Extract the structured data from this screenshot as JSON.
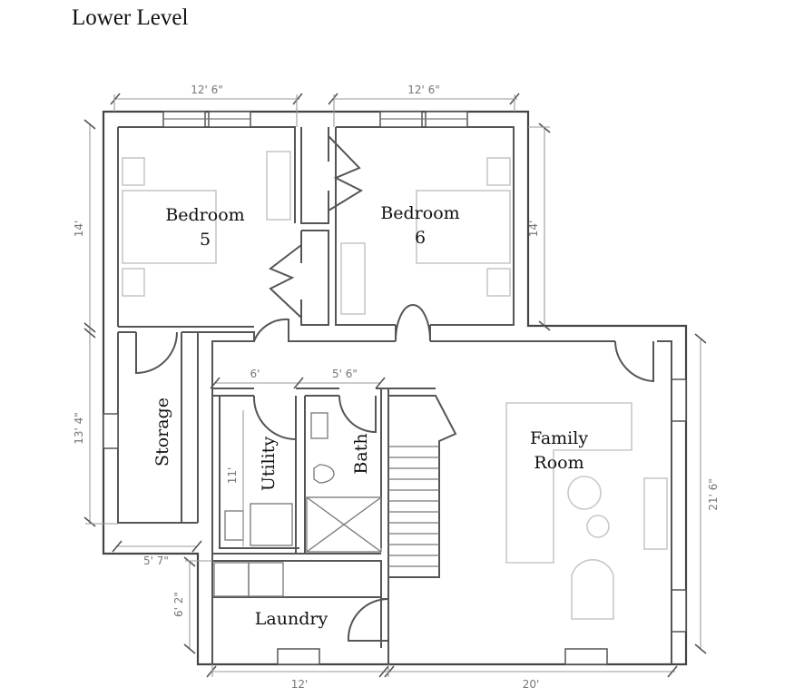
{
  "title": "Lower Level",
  "rooms": {
    "bedroom5": {
      "name": "Bedroom",
      "number": "5"
    },
    "bedroom6": {
      "name": "Bedroom",
      "number": "6"
    },
    "storage": "Storage",
    "utility": "Utility",
    "bath": "Bath",
    "family_room": {
      "line1": "Family",
      "line2": "Room"
    },
    "laundry": "Laundry"
  },
  "dimensions": {
    "top_left": "12' 6\"",
    "top_right": "12' 6\"",
    "left_upper": "14'",
    "right_upper": "14'",
    "left_lower": "13' 4\"",
    "utility_width": "6'",
    "bath_width": "5' 6\"",
    "utility_depth": "11'",
    "right_lower": "21' 6\"",
    "storage_width": "5' 7\"",
    "laundry_depth": "6' 2\"",
    "bottom_left": "12'",
    "bottom_right": "20'"
  }
}
